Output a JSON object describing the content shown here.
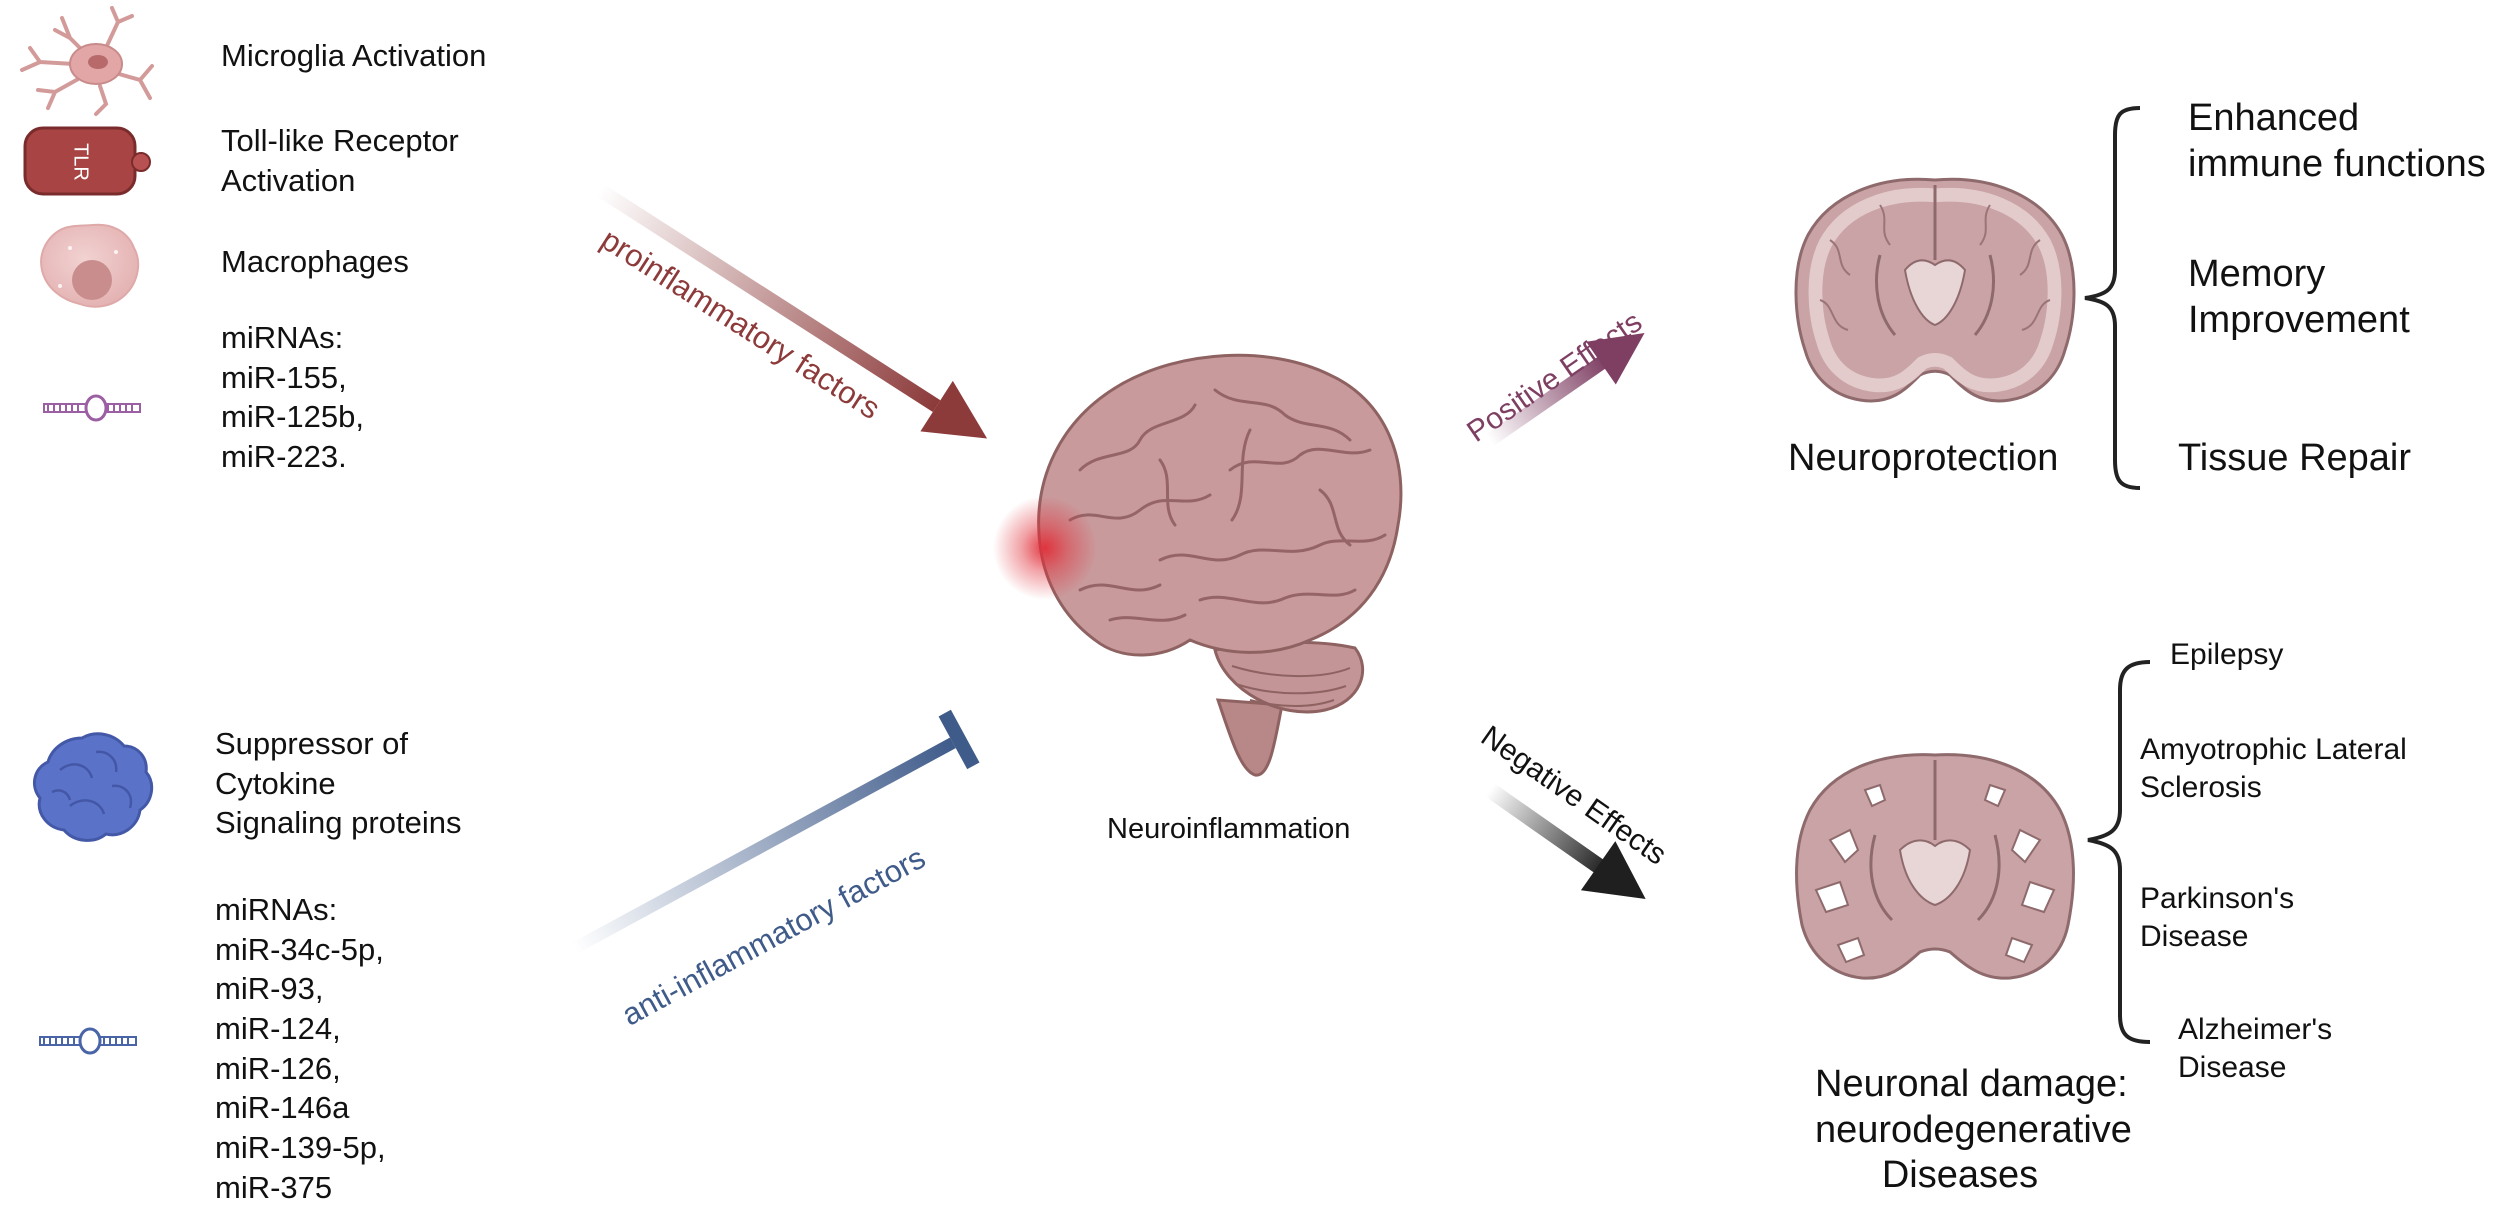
{
  "proinflammatory": {
    "labels": [
      "Microglia Activation",
      "Toll-like Receptor",
      "Activation",
      "Macrophages",
      "miRNAs:",
      "miR-155,",
      "miR-125b,",
      "miR-223."
    ],
    "tlr_label": "TLR",
    "arrow_label": "proinflammatory factors"
  },
  "antiinflammatory": {
    "labels": [
      "Suppressor of",
      "Cytokine",
      "Signaling proteins",
      "miRNAs:",
      "miR-34c-5p,",
      "miR-93,",
      "miR-124,",
      "miR-126,",
      "miR-146a",
      "miR-139-5p,",
      "miR-375"
    ],
    "arrow_label": "anti-inflammatory factors"
  },
  "center": {
    "label": "Neuroinflammation"
  },
  "positive": {
    "arrow_label": "Positive Effects",
    "title": "Neuroprotection",
    "effects": [
      "Enhanced",
      "immune functions",
      "Memory",
      "Improvement",
      "Tissue Repair"
    ]
  },
  "negative": {
    "arrow_label": "Negative Effects",
    "title_lines": [
      "Neuronal damage:",
      "neurodegenerative",
      "Diseases"
    ],
    "effects": [
      "Epilepsy",
      "Amyotrophic Lateral",
      "Sclerosis",
      "Parkinson's",
      "Disease",
      "Alzheimer's",
      "Disease"
    ]
  },
  "colors": {
    "proinflammatory_arrow": "#8c3a3a",
    "antiinflammatory_arrow": "#3f5b8a",
    "positive_arrow": "#7e3f63",
    "negative_arrow": "#1f1f1f",
    "brain_fill": "#c99a9c",
    "inflammation_glow": "#e0303a"
  },
  "icons": [
    "microglia-icon",
    "tlr-receptor-icon",
    "macrophage-icon",
    "mirna-icon",
    "socs-protein-icon",
    "brain-icon",
    "brain-section-icon"
  ]
}
